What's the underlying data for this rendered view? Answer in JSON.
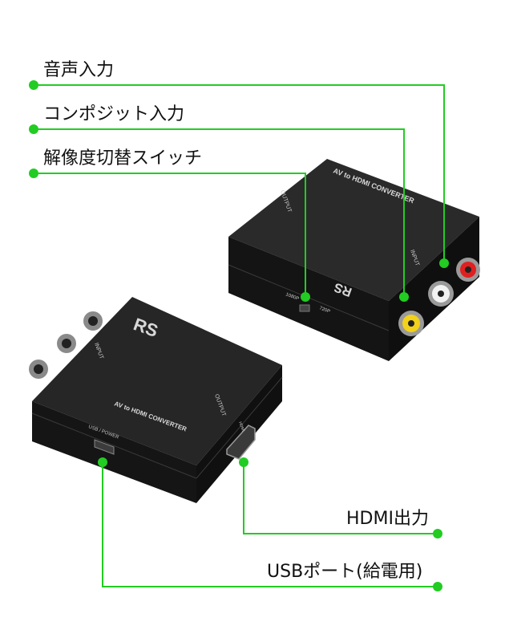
{
  "callouts": {
    "audio_input": "音声入力",
    "composite_input": "コンポジット入力",
    "resolution_switch": "解像度切替スイッチ",
    "hdmi_output": "HDMI出力",
    "usb_port": "USBポート(給電用)"
  },
  "device_labels": {
    "front_title": "AV to HDMI CONVERTER",
    "back_title": "AV to HDMI CONVERTER",
    "input": "INPUT",
    "output": "OUTPUT",
    "usb_power": "USB / POWER",
    "hdmi": "HDMI",
    "res_1080": "1080P",
    "res_720": "720P",
    "logo": "RS"
  },
  "colors": {
    "leader_line": "#22cc22",
    "device_body": "#1c1c1c",
    "rca_red": "#e02020",
    "rca_yellow": "#f2d21a",
    "rca_white": "#f2f2f2"
  }
}
